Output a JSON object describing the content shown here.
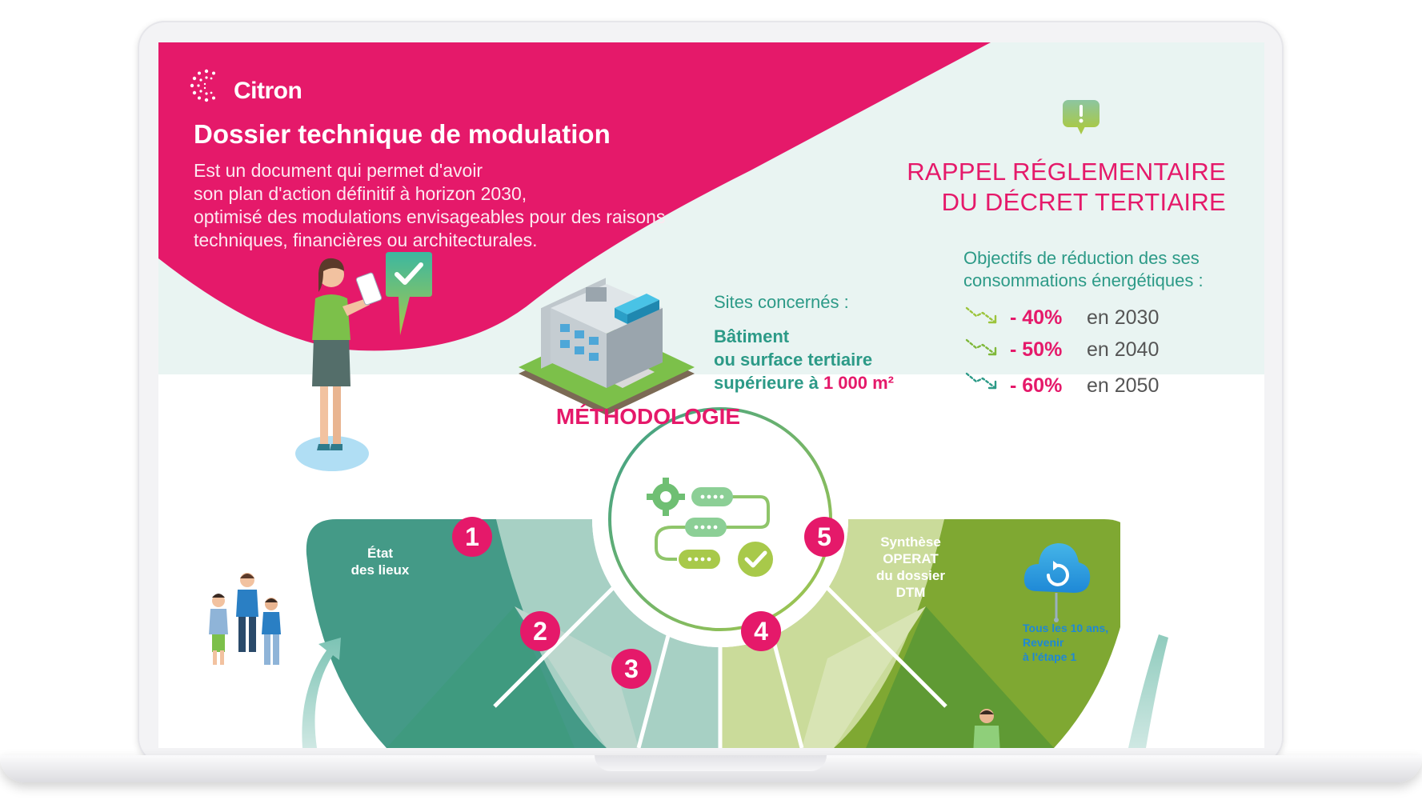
{
  "brand": {
    "name": "Citron",
    "logo_icon": "citron-logo-icon"
  },
  "header": {
    "title": "Dossier technique de modulation",
    "intro_lines": [
      "Est un document qui permet d'avoir",
      "son plan d'action définitif à horizon 2030,",
      "optimisé des modulations envisageables pour des raisons",
      "techniques, financières ou architecturales."
    ]
  },
  "rappel": {
    "icon": "alert-bubble-icon",
    "title_lines": [
      "RAPPEL RÉGLEMENTAIRE",
      "DU DÉCRET TERTIAIRE"
    ]
  },
  "objectifs": {
    "heading_lines": [
      "Objectifs de réduction des ses",
      "consommations énergétiques :"
    ],
    "targets": [
      {
        "percent": "- 40%",
        "year": "en 2030",
        "arrow_color": "#9cc43c"
      },
      {
        "percent": "- 50%",
        "year": "en 2040",
        "arrow_color": "#7fb83a"
      },
      {
        "percent": "- 60%",
        "year": "en 2050",
        "arrow_color": "#2c9a87"
      }
    ]
  },
  "sites": {
    "label": "Sites concernés :",
    "value_line1": "Bâtiment",
    "value_line2": "ou surface tertiaire",
    "value_line3_prefix": "supérieure à ",
    "value_line3_highlight": "1 000 m²"
  },
  "methodologie": {
    "title": "MÉTHODOLOGIE",
    "icon": "process-flow-icon",
    "steps": [
      {
        "number": "1",
        "label_lines": [
          "État",
          "des lieux"
        ]
      },
      {
        "number": "2"
      },
      {
        "number": "3"
      },
      {
        "number": "4"
      },
      {
        "number": "5",
        "label_lines": [
          "Synthèse",
          "OPERAT",
          "du dossier",
          "DTM"
        ]
      }
    ],
    "cycle_icon": "refresh-cloud-icon",
    "cycle_lines": [
      "Tous les 10 ans,",
      "Revenir",
      "à l'étape 1"
    ]
  },
  "colors": {
    "brand_pink": "#e5196a",
    "teal": "#2c9a87",
    "light_bg": "#e9f4f2",
    "green": "#7fa832",
    "blue": "#1e88d6"
  }
}
